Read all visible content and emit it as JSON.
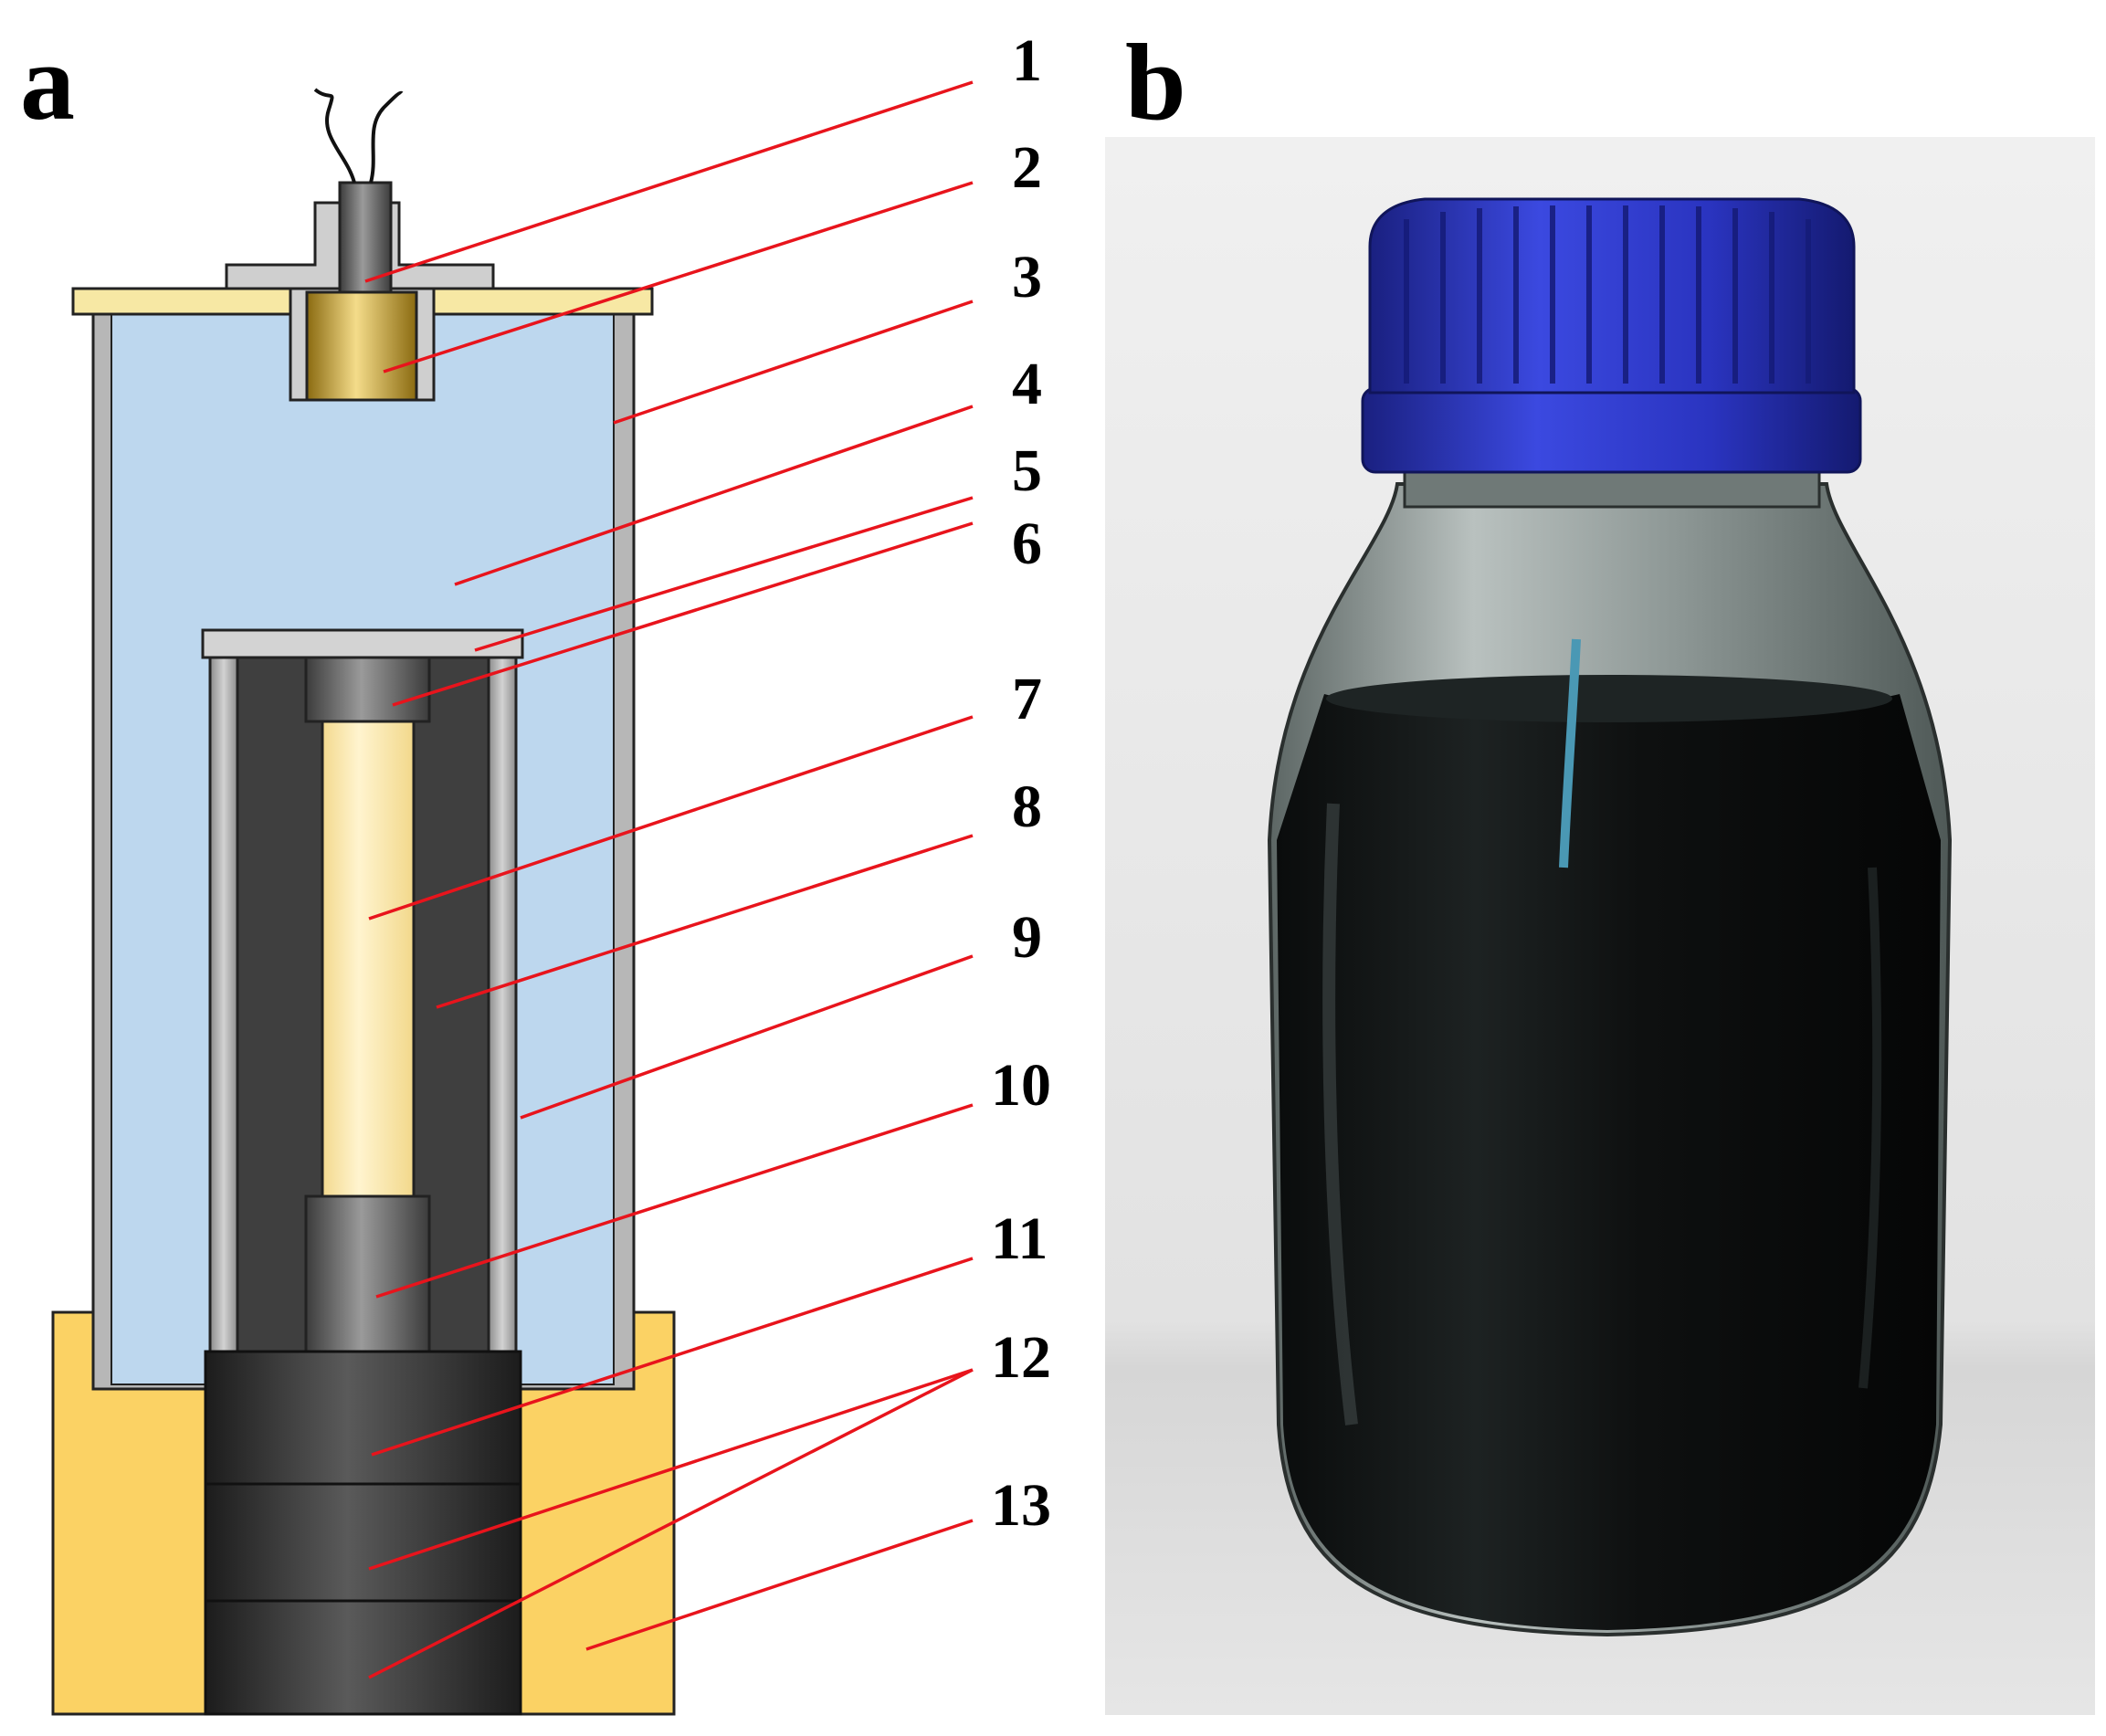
{
  "panels": {
    "a": {
      "letter": "a"
    },
    "b": {
      "letter": "b"
    }
  },
  "labels": [
    "1",
    "2",
    "3",
    "4",
    "5",
    "6",
    "7",
    "8",
    "9",
    "10",
    "11",
    "12",
    "13"
  ],
  "colors": {
    "leader_line": "#e8141c",
    "liquid": "#bdd7ee",
    "outer_holder": "#fbd264",
    "cap_rim": "#f7e8a4",
    "graphite": "#3f3f3f",
    "wall_gray": "#b2b2b2",
    "heater_rod": "#fce7a8",
    "bottle_cap": "#2f3bcc",
    "bottle_liquid": "#111414",
    "photo_background": "#e8e8e8"
  },
  "icons": [
    "wires-icon",
    "bottle-photo"
  ]
}
